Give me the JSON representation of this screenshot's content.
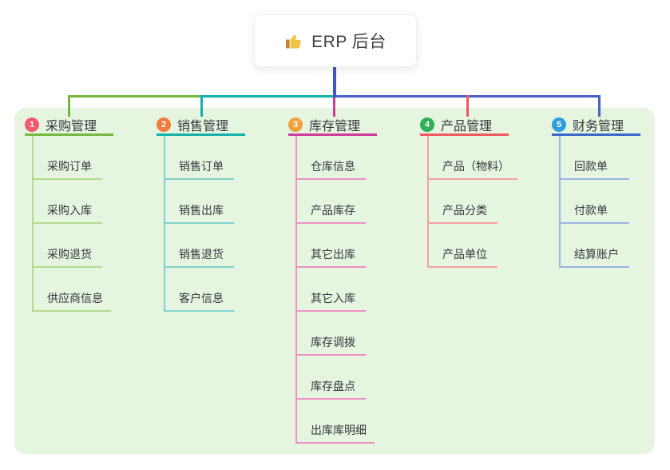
{
  "root": {
    "title": "ERP 后台",
    "icon": "thumbs-up-icon"
  },
  "colors": {
    "panel_bg": "#e6f5e0",
    "root_line": "#4456c7",
    "bus_right": "#4c60c8"
  },
  "branches": [
    {
      "number": "1",
      "label": "采购管理",
      "badge_color": "#f4586d",
      "line_color": "#76b83f",
      "child_line_color": "#b5d98f",
      "children": [
        "采购订单",
        "采购入库",
        "采购退货",
        "供应商信息"
      ]
    },
    {
      "number": "2",
      "label": "销售管理",
      "badge_color": "#f07c3e",
      "line_color": "#12b2ab",
      "child_line_color": "#7fd3cc",
      "children": [
        "销售订单",
        "销售出库",
        "销售退货",
        "客户信息"
      ]
    },
    {
      "number": "3",
      "label": "库存管理",
      "badge_color": "#f0a23c",
      "line_color": "#cf3b9d",
      "child_line_color": "#ee8fc6",
      "children": [
        "仓库信息",
        "产品库存",
        "其它出库",
        "其它入库",
        "库存调拨",
        "库存盘点",
        "出库库明细"
      ]
    },
    {
      "number": "4",
      "label": "产品管理",
      "badge_color": "#2fae53",
      "line_color": "#f25862",
      "child_line_color": "#f79fa4",
      "children": [
        "产品（物料）",
        "产品分类",
        "产品单位"
      ]
    },
    {
      "number": "5",
      "label": "财务管理",
      "badge_color": "#2f9fdc",
      "line_color": "#3b67cb",
      "child_line_color": "#9cb3e6",
      "children": [
        "回款单",
        "付款单",
        "结算账户"
      ]
    }
  ]
}
